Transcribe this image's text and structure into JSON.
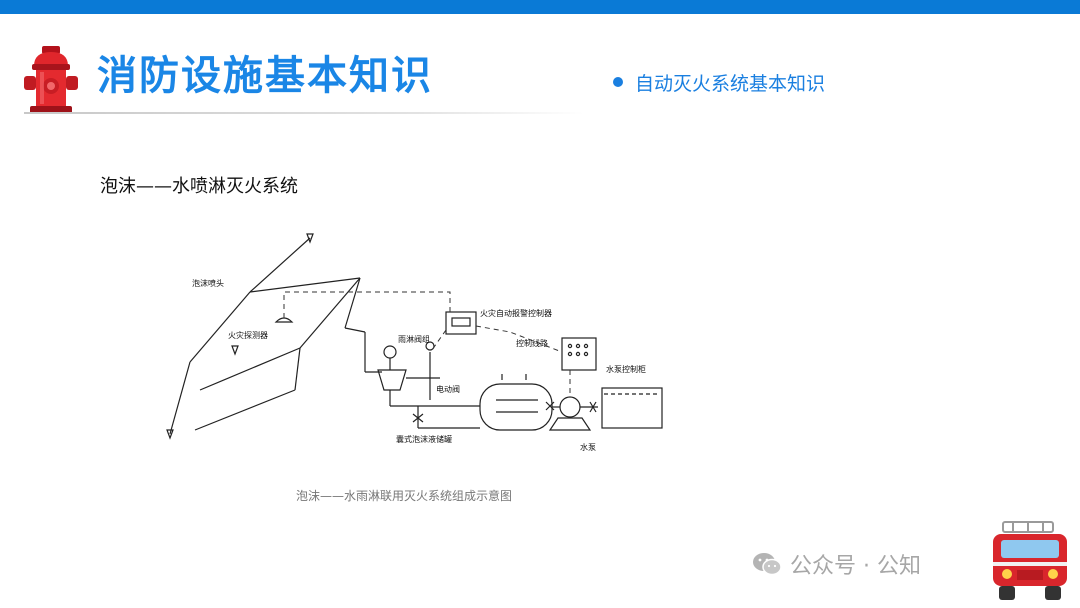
{
  "header": {
    "title": "消防设施基本知识",
    "section": "自动灭火系统基本知识",
    "hydrant_icon": "fire-hydrant-icon",
    "accent_color": "#1a86e6",
    "bar_color": "#0a7ad6"
  },
  "content": {
    "subtitle": "泡沫——水喷淋灭火系统",
    "caption": "泡沫——水雨淋联用灭火系统组成示意图"
  },
  "diagram": {
    "labels": {
      "foam_head": "泡沫喷头",
      "fire_detector": "火灾探测器",
      "fire_alarm_controller": "火灾自动报警控制器",
      "control_line": "控制线路",
      "deluge_valve": "雨淋阀组",
      "solenoid_valve": "电动阀",
      "pump_control_cabinet": "水泵控制柜",
      "pump": "水泵",
      "foam_tank": "囊式泡沫液储罐"
    }
  },
  "watermark": {
    "text": "公众号 · 公知",
    "icon": "wechat-icon"
  },
  "decor": {
    "truck_icon": "fire-truck-icon"
  }
}
